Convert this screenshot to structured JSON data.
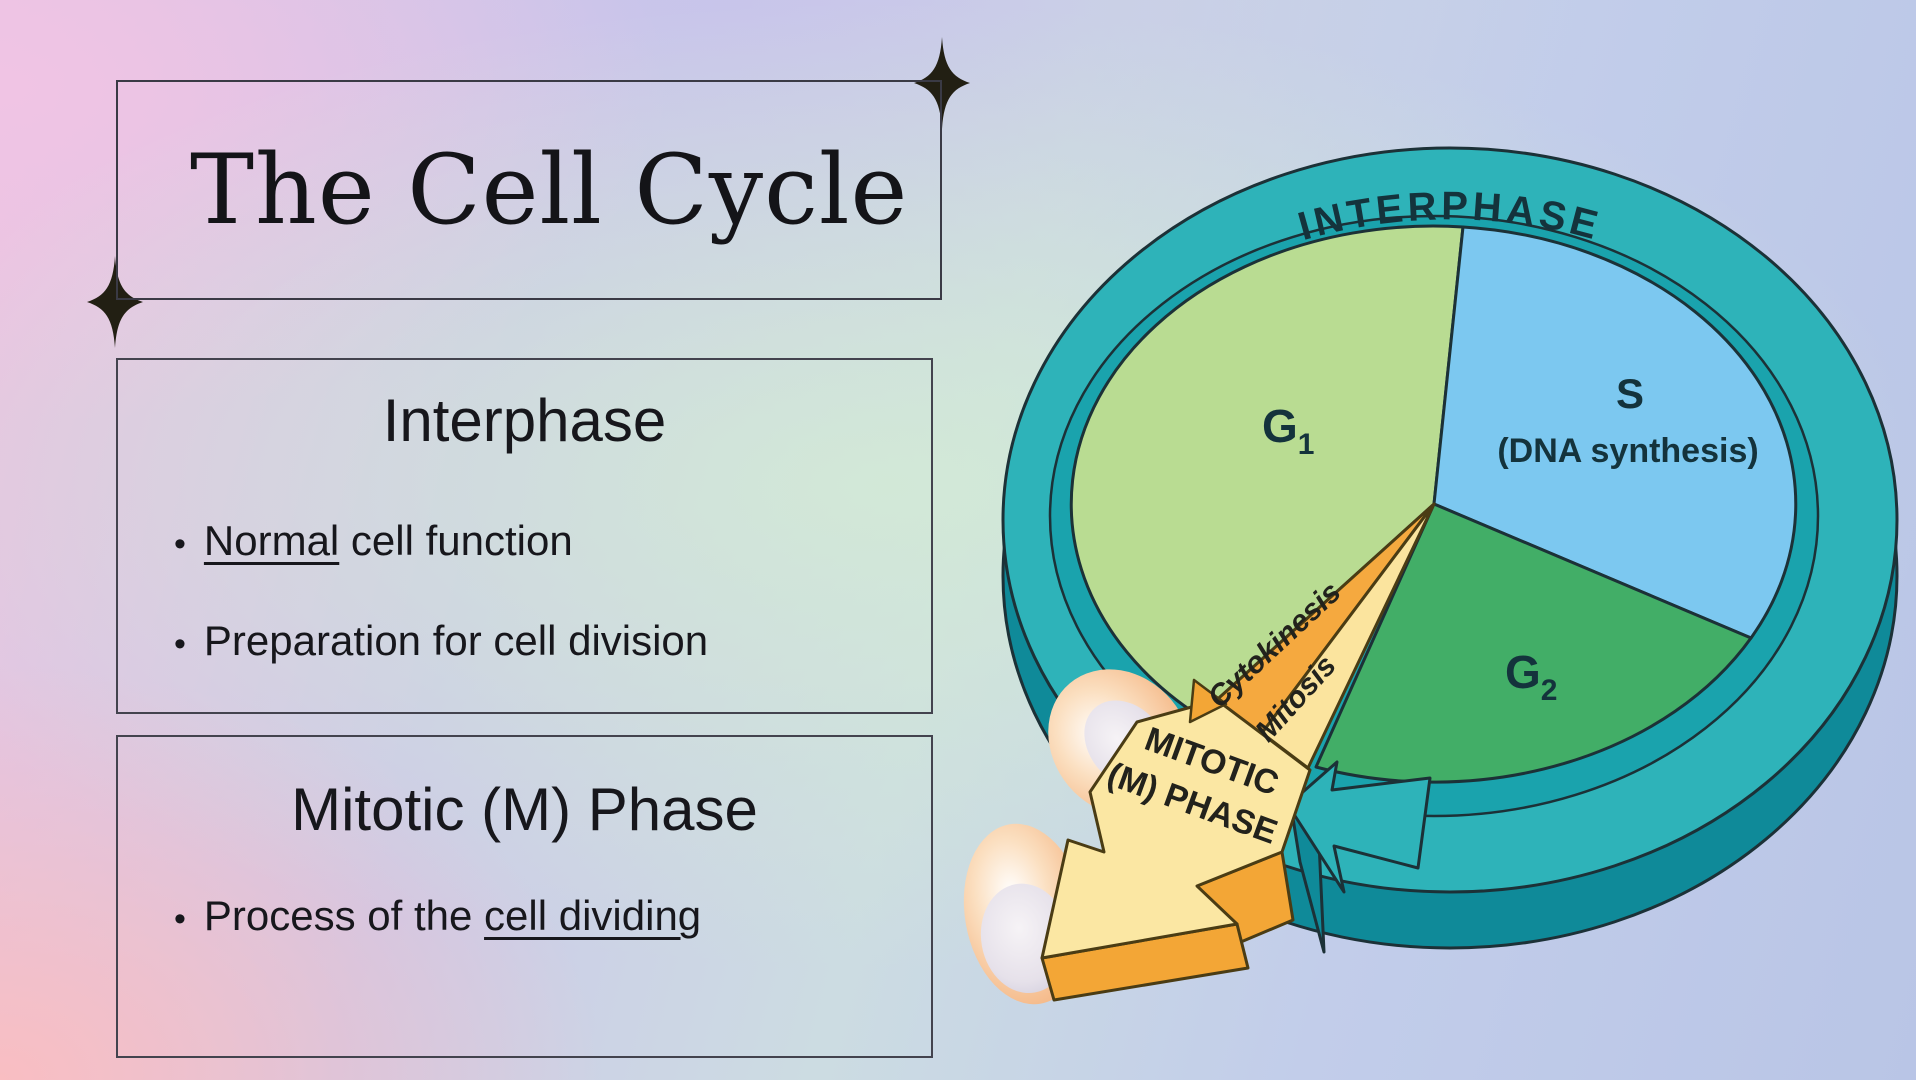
{
  "slide": {
    "title": "The Cell Cycle",
    "bullet_char": "•"
  },
  "decor": {
    "star_color": "#221f13"
  },
  "sections": {
    "interphase": {
      "heading": "Interphase",
      "bullets": [
        {
          "pre": "",
          "u": "Normal",
          "post": " cell function"
        },
        {
          "pre": "Preparation for cell division",
          "u": "",
          "post": ""
        }
      ]
    },
    "mitotic": {
      "heading": "Mitotic (M) Phase",
      "bullets": [
        {
          "pre": "Process of the ",
          "u": "cell dividing",
          "post": ""
        }
      ]
    }
  },
  "diagram": {
    "ring_label": "INTERPHASE",
    "phases": {
      "g1": {
        "label": "G",
        "sub": "1",
        "color": "#b9dc92"
      },
      "s": {
        "label": "S",
        "desc": "(DNA synthesis)",
        "color": "#7cc8f0"
      },
      "g2": {
        "label": "G",
        "sub": "2",
        "color": "#42ae67"
      },
      "cytokinesis": {
        "label": "Cytokinesis",
        "color": "#f5a93f"
      },
      "mitosis": {
        "label": "Mitosis",
        "color": "#fbe49e"
      }
    },
    "m_phase": {
      "line1": "MITOTIC",
      "line2": "(M) PHASE"
    },
    "colors": {
      "ring": "#2eb3b9",
      "ring_wall": "#1aa3ad",
      "ring_side": "#0f8a99",
      "outline": "#1c3137",
      "arrow_face": "#fbe7a3",
      "arrow_side": "#f3a636",
      "label_text": "#14333c"
    }
  }
}
